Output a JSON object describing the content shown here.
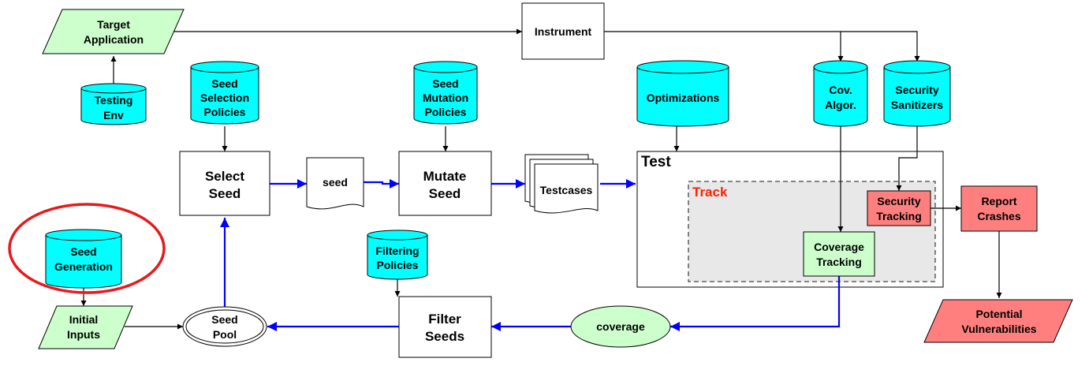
{
  "colors": {
    "green": "#ccffcc",
    "cyan": "#00ffff",
    "red": "#ff7f7f",
    "track_bg": "#e8e8e8",
    "blue_arrow": "#0000ff",
    "highlight_ring": "#e8191c"
  },
  "nodes": {
    "target_app": {
      "line1": "Target",
      "line2": "Application"
    },
    "instrument": "Instrument",
    "testing_env": {
      "line1": "Testing",
      "line2": "Env"
    },
    "seed_selection": {
      "line1": "Seed",
      "line2": "Selection",
      "line3": "Policies"
    },
    "seed_mutation": {
      "line1": "Seed",
      "line2": "Mutation",
      "line3": "Policies"
    },
    "optimizations": "Optimizations",
    "cov_algor": {
      "line1": "Cov.",
      "line2": "Algor."
    },
    "security_sanitizers": {
      "line1": "Security",
      "line2": "Sanitizers"
    },
    "select_seed": {
      "line1": "Select",
      "line2": "Seed"
    },
    "seed_doc": "seed",
    "mutate_seed": {
      "line1": "Mutate",
      "line2": "Seed"
    },
    "testcases": "Testcases",
    "test_label": "Test",
    "track_label": "Track",
    "security_tracking": {
      "line1": "Security",
      "line2": "Tracking"
    },
    "coverage_tracking": {
      "line1": "Coverage",
      "line2": "Tracking"
    },
    "report_crashes": {
      "line1": "Report",
      "line2": "Crashes"
    },
    "potential_vulns": {
      "line1": "Potential",
      "line2": "Vulnerabilities"
    },
    "seed_generation": {
      "line1": "Seed",
      "line2": "Generation"
    },
    "initial_inputs": {
      "line1": "Initial",
      "line2": "Inputs"
    },
    "seed_pool": {
      "line1": "Seed",
      "line2": "Pool"
    },
    "filtering_policies": {
      "line1": "Filtering",
      "line2": "Policies"
    },
    "filter_seeds": {
      "line1": "Filter",
      "line2": "Seeds"
    },
    "coverage": "coverage"
  }
}
